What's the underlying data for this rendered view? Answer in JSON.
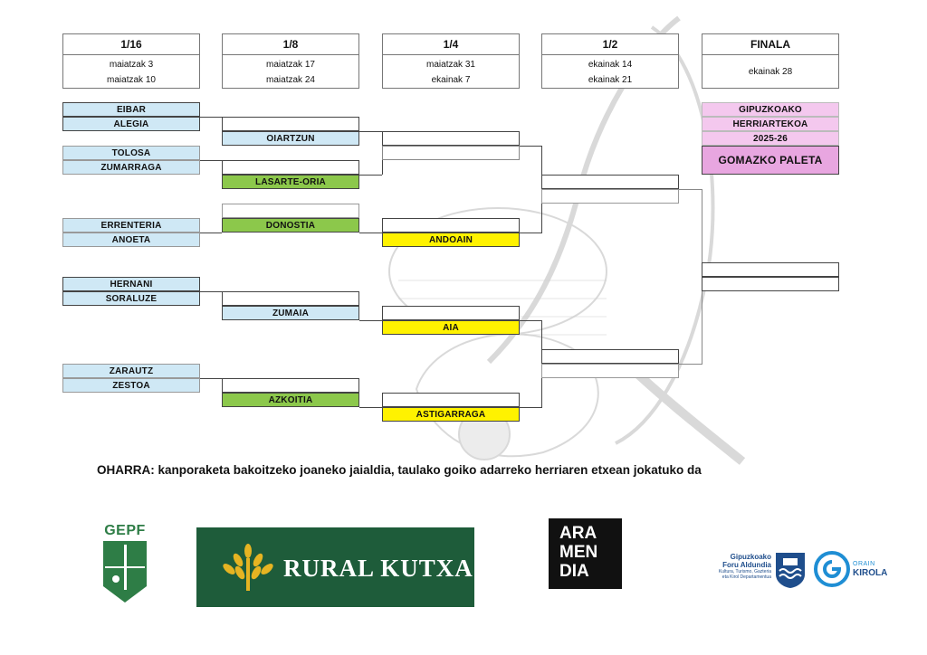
{
  "rounds": [
    {
      "title": "1/16",
      "dates": [
        "maiatzak 3",
        "maiatzak 10"
      ]
    },
    {
      "title": "1/8",
      "dates": [
        "maiatzak 17",
        "maiatzak 24"
      ]
    },
    {
      "title": "1/4",
      "dates": [
        "maiatzak 31",
        "ekainak 7"
      ]
    },
    {
      "title": "1/2",
      "dates": [
        "ekainak 14",
        "ekainak 21"
      ]
    },
    {
      "title": "FINALA",
      "dates": [
        "ekainak 28"
      ]
    }
  ],
  "r16": [
    "EIBAR",
    "ALEGIA",
    "TOLOSA",
    "ZUMARRAGA",
    "ERRENTERIA",
    "ANOETA",
    "HERNANI",
    "SORALUZE",
    "ZARAUTZ",
    "ZESTOA"
  ],
  "r8": [
    "OIARTZUN",
    "LASARTE-ORIA",
    "DONOSTIA",
    "ZUMAIA",
    "AZKOITIA"
  ],
  "r4": [
    "ANDOAIN",
    "AIA",
    "ASTIGARRAGA"
  ],
  "final_card": {
    "line1": "GIPUZKOAKO",
    "line2": "HERRIARTEKOA",
    "line3": "2025-26",
    "event": "GOMAZKO PALETA"
  },
  "note": "OHARRA: kanporaketa bakoitzeko joaneko jaialdia, taulako goiko adarreko herriaren etxean jokatuko da",
  "logos": {
    "gepf": "GEPF",
    "rural": "RURAL KUTXA",
    "aramendia": [
      "ARA",
      "MEN",
      "DIA"
    ],
    "gipuzkoa": [
      "Gipuzkoako",
      "Foru Aldundia",
      "Kultura, Turismo, Gazteria",
      "eta Kirol Departamentua"
    ],
    "orain": [
      "ORAIN",
      "KIROLA"
    ]
  },
  "colors": {
    "blue": "#cfe8f5",
    "green": "#8cc84b",
    "yellow": "#fff200",
    "pink": "#f4c8ee",
    "rural_green": "#1e5c3a",
    "rural_gold": "#e6b422"
  }
}
